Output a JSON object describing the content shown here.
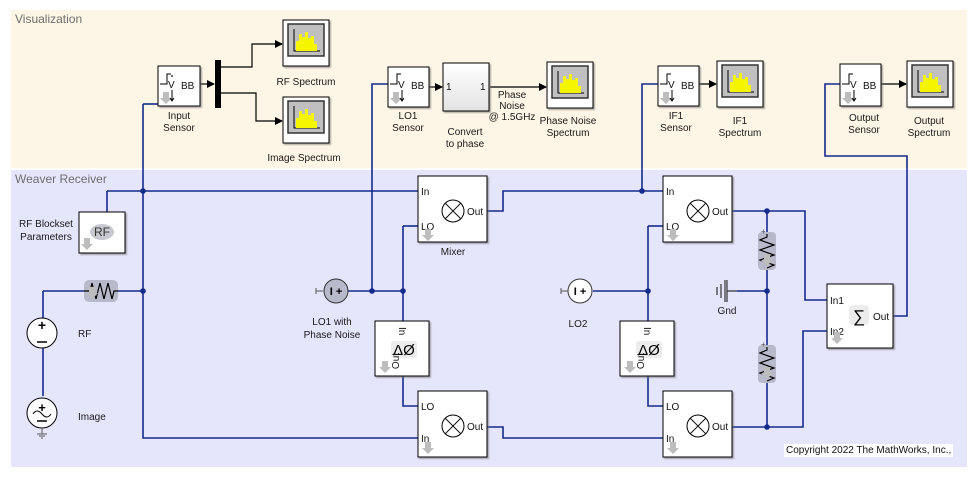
{
  "areas": {
    "visualization": {
      "title": "Visualization",
      "color": "#fdf5e6"
    },
    "receiver": {
      "title": "Weaver Receiver",
      "color": "#e5e5fb"
    }
  },
  "colors": {
    "wire": "#142b8c",
    "signal": "#000000",
    "scope_bars": "#f5f500",
    "scope_screen": "#c0c0c0"
  },
  "blocks": {
    "input_sensor": {
      "label1": "Input",
      "label2": "Sensor",
      "glyph": "V",
      "port": "BB"
    },
    "rf_spectrum": {
      "label": "RF Spectrum"
    },
    "image_spectrum": {
      "label": "Image Spectrum"
    },
    "lo1_sensor": {
      "label1": "LO1",
      "label2": "Sensor",
      "glyph": "V",
      "port": "BB"
    },
    "convert_to_phase": {
      "label1": "Convert",
      "label2": "to phase",
      "in_port": "1",
      "out_port": "1"
    },
    "phase_noise_signal": {
      "line1": "Phase",
      "line2": "Noise",
      "line3": "@ 1.5GHz"
    },
    "phase_noise_spectrum": {
      "label1": "Phase Noise",
      "label2": "Spectrum"
    },
    "if1_sensor": {
      "label1": "IF1",
      "label2": "Sensor",
      "glyph": "V",
      "port": "BB"
    },
    "if1_spectrum": {
      "label1": "IF1",
      "label2": "Spectrum"
    },
    "output_sensor": {
      "label1": "Output",
      "label2": "Sensor",
      "glyph": "V",
      "port": "BB"
    },
    "output_spectrum": {
      "label1": "Output",
      "label2": "Spectrum"
    },
    "rf_blockset_params": {
      "label1": "RF Blockset",
      "label2": "Parameters",
      "glyph": "RF"
    },
    "rf_source": {
      "label": "RF"
    },
    "image_source": {
      "label": "Image"
    },
    "lo1": {
      "label1": "LO1 with",
      "label2": "Phase Noise"
    },
    "lo2": {
      "label": "LO2"
    },
    "gnd": {
      "label": "Gnd"
    },
    "mixer1": {
      "label": "Mixer",
      "in": "In",
      "lo": "LO",
      "out": "Out"
    },
    "mixer2": {
      "in": "In",
      "lo": "LO",
      "out": "Out"
    },
    "mixer3": {
      "in": "In",
      "lo": "LO",
      "out": "Out"
    },
    "mixer4": {
      "in": "In",
      "lo": "LO",
      "out": "Out"
    },
    "phase_shift1": {
      "in": "In",
      "out": "Out",
      "glyph": "ΔØ"
    },
    "phase_shift2": {
      "in": "In",
      "out": "Out",
      "glyph": "ΔØ"
    },
    "sum": {
      "in1": "In1",
      "in2": "In2",
      "out": "Out",
      "glyph": "∑"
    }
  },
  "copyright": "Copyright 2022 The MathWorks, Inc.,"
}
